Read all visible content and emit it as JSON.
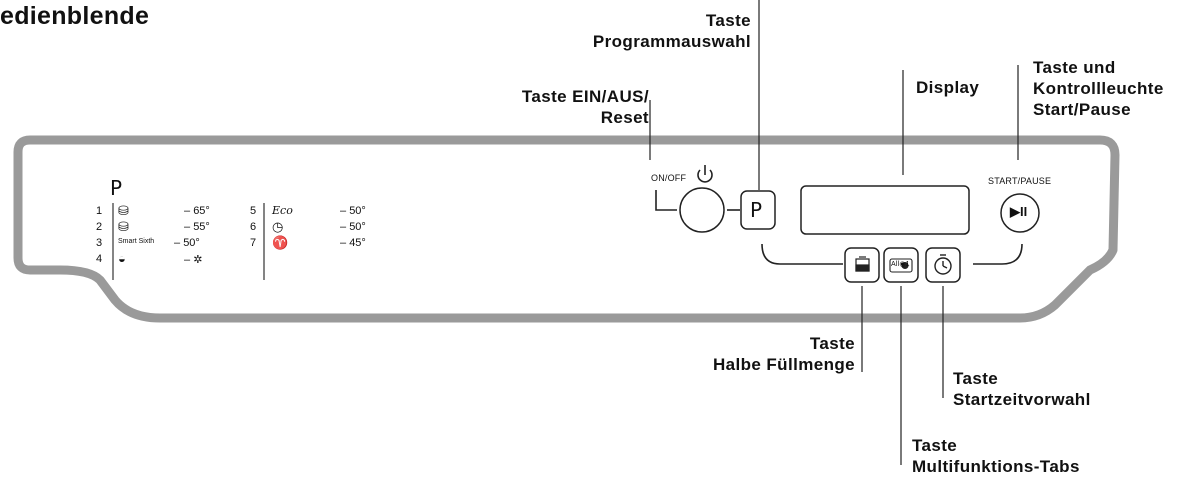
{
  "heading": "edienblende",
  "callouts": {
    "programmauswahl": [
      "Taste",
      "Programmauswahl"
    ],
    "einaus": [
      "Taste EIN/AUS/",
      "Reset"
    ],
    "display": "Display",
    "startpause": [
      "Taste  und",
      "Kontrollleuchte",
      "Start/Pause"
    ],
    "halbe": [
      "Taste",
      "Halbe  Füllmenge"
    ],
    "startzeit": [
      "Taste",
      "Startzeitvorwahl"
    ],
    "multi": [
      "Taste",
      "Multifunktions-Tabs"
    ]
  },
  "panel": {
    "p_label": "P",
    "onoff_label": "ON/OFF",
    "p_button": "P",
    "startpause_label": "START/PAUSE",
    "startpause_symbol": "▶II",
    "power_icon": "power-icon",
    "buttons": [
      {
        "icon": "half-load-icon",
        "symbol": "◧"
      },
      {
        "icon": "multitab-icon",
        "symbol": "All◉1"
      },
      {
        "icon": "timer-icon",
        "symbol": "◷"
      }
    ]
  },
  "programs_left": [
    {
      "num": "1",
      "icon": "pot-icon",
      "temp": "65°"
    },
    {
      "num": "2",
      "icon": "pots-icon",
      "temp": "55°"
    },
    {
      "num": "3",
      "icon": "smart-sixth-icon",
      "label": "Smart Sixth",
      "temp": "50°"
    },
    {
      "num": "4",
      "icon": "bowl-icon",
      "temp": "",
      "extra": "snowflake-icon"
    }
  ],
  "programs_right": [
    {
      "num": "5",
      "icon": "eco-icon",
      "label": "Eco",
      "temp": "50°"
    },
    {
      "num": "6",
      "icon": "quick-icon",
      "temp": "50°"
    },
    {
      "num": "7",
      "icon": "glass-icon",
      "temp": "45°"
    }
  ]
}
